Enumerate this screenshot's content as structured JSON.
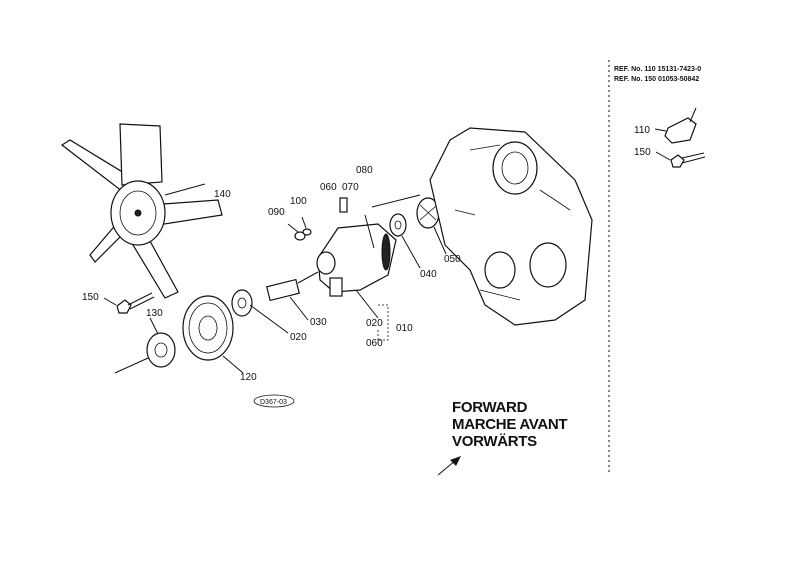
{
  "diagram": {
    "callouts": [
      {
        "id": "c140",
        "text": "140"
      },
      {
        "id": "c150a",
        "text": "150"
      },
      {
        "id": "c130",
        "text": "130"
      },
      {
        "id": "c120",
        "text": "120"
      },
      {
        "id": "c020a",
        "text": "020"
      },
      {
        "id": "c030",
        "text": "030"
      },
      {
        "id": "c090a",
        "text": "090"
      },
      {
        "id": "c100",
        "text": "100"
      },
      {
        "id": "c060a",
        "text": "060"
      },
      {
        "id": "c070",
        "text": "070"
      },
      {
        "id": "c080",
        "text": "080"
      },
      {
        "id": "c040",
        "text": "040"
      },
      {
        "id": "c050",
        "text": "050"
      },
      {
        "id": "c020b",
        "text": "020"
      },
      {
        "id": "c010",
        "text": "010"
      },
      {
        "id": "c060b",
        "text": "060"
      },
      {
        "id": "c110",
        "text": "110"
      },
      {
        "id": "c150b",
        "text": "150"
      }
    ],
    "figure_code": "D367-03",
    "ref_lines": [
      "REF. No. 110 15131-7423-0",
      "REF. No. 150 01053-50842"
    ],
    "direction": [
      "FORWARD",
      "MARCHE AVANT",
      "VORWÄRTS"
    ]
  }
}
